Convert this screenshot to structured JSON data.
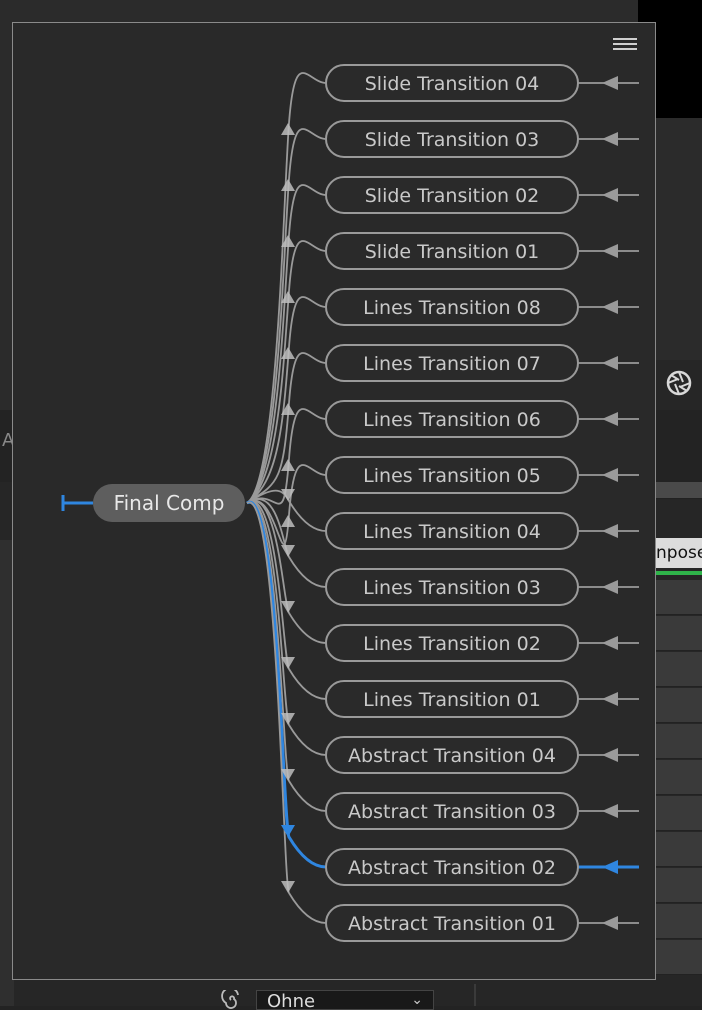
{
  "flowchart": {
    "root": "Final Comp",
    "highlight_color": "#2f86e0",
    "highlighted_node": "Abstract Transition 02",
    "nodes": [
      "Slide Transition 04",
      "Slide Transition 03",
      "Slide Transition 02",
      "Slide Transition 01",
      "Lines Transition 08",
      "Lines Transition 07",
      "Lines Transition 06",
      "Lines Transition 05",
      "Lines Transition 04",
      "Lines Transition 03",
      "Lines Transition 02",
      "Lines Transition 01",
      "Abstract Transition 04",
      "Abstract Transition 03",
      "Abstract Transition 02",
      "Abstract Transition 01"
    ]
  },
  "background": {
    "side_label": "A",
    "tab_label": "npose",
    "select_value": "Ohne"
  },
  "icons": {
    "menu": "hamburger-menu-icon",
    "shutter": "shutter-icon",
    "spiral": "spiral-icon"
  }
}
